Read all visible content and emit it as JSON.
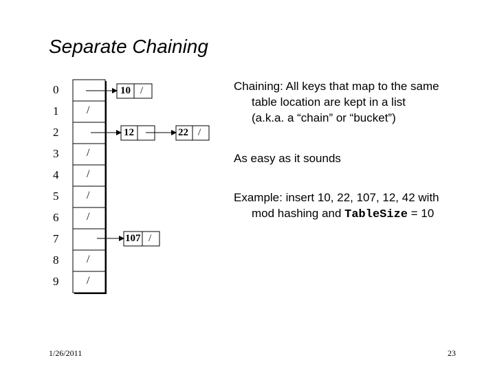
{
  "slide": {
    "title": "Separate Chaining",
    "date": "1/26/2011",
    "page": "23"
  },
  "table": {
    "indices": [
      "0",
      "1",
      "2",
      "3",
      "4",
      "5",
      "6",
      "7",
      "8",
      "9"
    ],
    "empty_marker": "/",
    "nodes": {
      "n10": "10",
      "n12": "12",
      "n22": "22",
      "n107": "107"
    }
  },
  "bullets": {
    "b1_line1": "Chaining: All keys that map to the same",
    "b1_line2": "table location are kept in a list",
    "b1_line3": "(a.k.a. a “chain” or “bucket”)",
    "b2": "As easy as it sounds",
    "b3_line1": "Example: insert 10, 22, 107, 12, 42 with",
    "b3_line2_pre": "mod hashing and ",
    "b3_code": "TableSize",
    "b3_line2_post": " = 10"
  }
}
